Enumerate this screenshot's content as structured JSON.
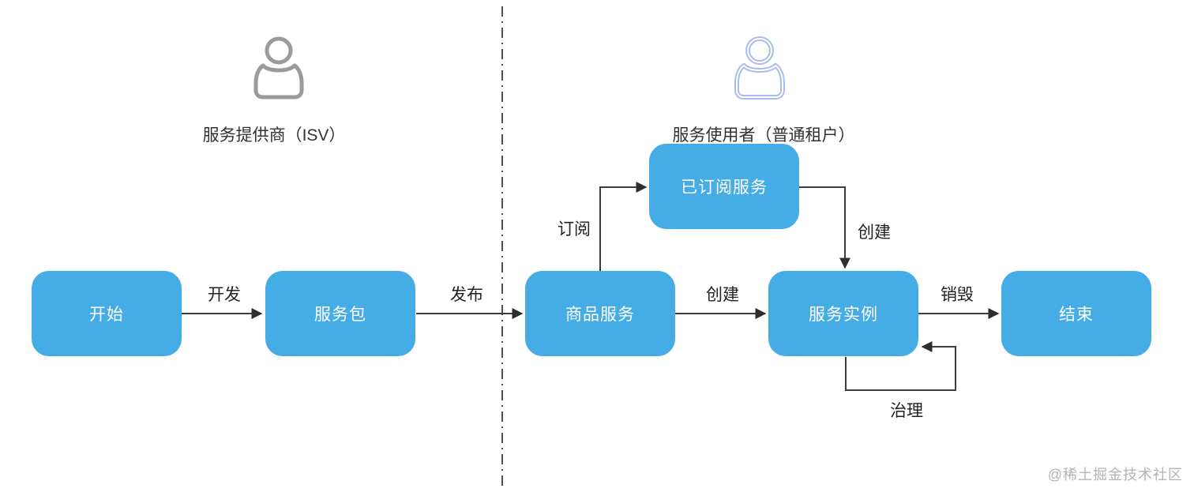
{
  "diagram": {
    "title_hint": "service-lifecycle-flowchart",
    "lanes": [
      {
        "id": "provider",
        "label": "服务提供商（ISV）",
        "icon": "person-icon",
        "icon_color": "#9B9B9B"
      },
      {
        "id": "consumer",
        "label": "服务使用者（普通租户）",
        "icon": "person-icon",
        "icon_color": "#A9BDE8"
      }
    ],
    "nodes": [
      {
        "id": "start",
        "label": "开始"
      },
      {
        "id": "service-package",
        "label": "服务包"
      },
      {
        "id": "product-service",
        "label": "商品服务"
      },
      {
        "id": "subscribed-service",
        "label": "已订阅服务"
      },
      {
        "id": "service-instance",
        "label": "服务实例"
      },
      {
        "id": "end",
        "label": "结束"
      }
    ],
    "edges": [
      {
        "from": "start",
        "to": "service-package",
        "label": "开发"
      },
      {
        "from": "service-package",
        "to": "product-service",
        "label": "发布"
      },
      {
        "from": "product-service",
        "to": "subscribed-service",
        "label": "订阅"
      },
      {
        "from": "subscribed-service",
        "to": "service-instance",
        "label": "创建"
      },
      {
        "from": "product-service",
        "to": "service-instance",
        "label": "创建"
      },
      {
        "from": "service-instance",
        "to": "end",
        "label": "销毁"
      },
      {
        "from": "service-instance",
        "to": "service-instance",
        "label": "治理"
      }
    ],
    "colors": {
      "node_fill": "#45ACE6",
      "node_text": "#FFFFFF",
      "line": "#3D3D3D",
      "divider": "#4D4D4D",
      "provider_icon": "#9B9B9B",
      "consumer_icon": "#A9BDE8"
    }
  },
  "watermark": "@稀土掘金技术社区"
}
